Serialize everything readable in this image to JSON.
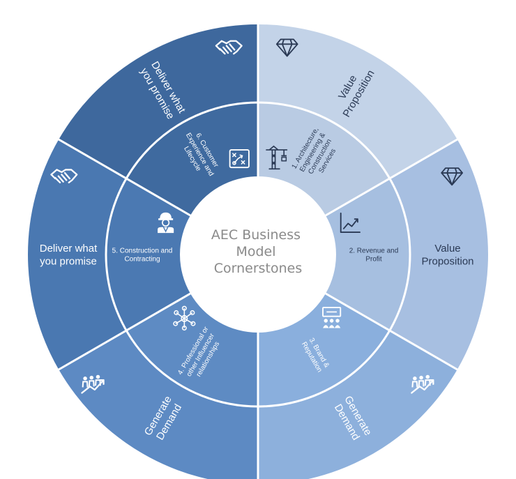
{
  "center": {
    "lines": [
      "AEC Business",
      "Model",
      "Cornerstones"
    ]
  },
  "segments": [
    {
      "id": "1",
      "inner_lines": [
        "1. Architecture,",
        "Engineering &",
        "Construction",
        "Services"
      ],
      "inner_icon": "construction-crane-icon",
      "outer_lines": [
        "Value",
        "Proposition"
      ],
      "outer_icon": "diamond-icon",
      "inner_color": "#b9cbe3",
      "outer_color": "#c3d3e8",
      "text_color": "#2b3a55"
    },
    {
      "id": "2",
      "inner_lines": [
        "2. Revenue and",
        "Profit"
      ],
      "inner_icon": "line-chart-icon",
      "outer_lines": [
        "Value",
        "Proposition"
      ],
      "outer_icon": "diamond-icon",
      "inner_color": "#a6bfe0",
      "outer_color": "#a7bfe1",
      "text_color": "#2b3a55"
    },
    {
      "id": "3",
      "inner_lines": [
        "3. Brand &",
        "Reputation"
      ],
      "inner_icon": "presentation-audience-icon",
      "outer_lines": [
        "Generate",
        "Demand"
      ],
      "outer_icon": "growth-people-icon",
      "inner_color": "#8aafdd",
      "outer_color": "#8db0dc",
      "text_color": "#ffffff"
    },
    {
      "id": "4",
      "inner_lines": [
        "4. Professional or",
        "other Influencer",
        "relationships"
      ],
      "inner_icon": "network-icon",
      "outer_lines": [
        "Generate",
        "Demand"
      ],
      "outer_icon": "growth-people-icon",
      "inner_color": "#5e8bc3",
      "outer_color": "#5d8ac3",
      "text_color": "#ffffff"
    },
    {
      "id": "5",
      "inner_lines": [
        "5. Construction and",
        "Contracting"
      ],
      "inner_icon": "construction-worker-icon",
      "outer_lines": [
        "Deliver what",
        "you promise"
      ],
      "outer_icon": "handshake-icon",
      "inner_color": "#4b79b2",
      "outer_color": "#4a78b1",
      "text_color": "#ffffff"
    },
    {
      "id": "6",
      "inner_lines": [
        "6. Customer",
        "Experience and",
        "Lifecycle"
      ],
      "inner_icon": "strategy-board-icon",
      "outer_lines": [
        "Deliver what",
        "you promise"
      ],
      "outer_icon": "handshake-icon",
      "inner_color": "#3f6a9f",
      "outer_color": "#3e689d",
      "text_color": "#ffffff"
    }
  ],
  "colors": {
    "center_text": "#8a8a8a",
    "divider": "#ffffff"
  }
}
